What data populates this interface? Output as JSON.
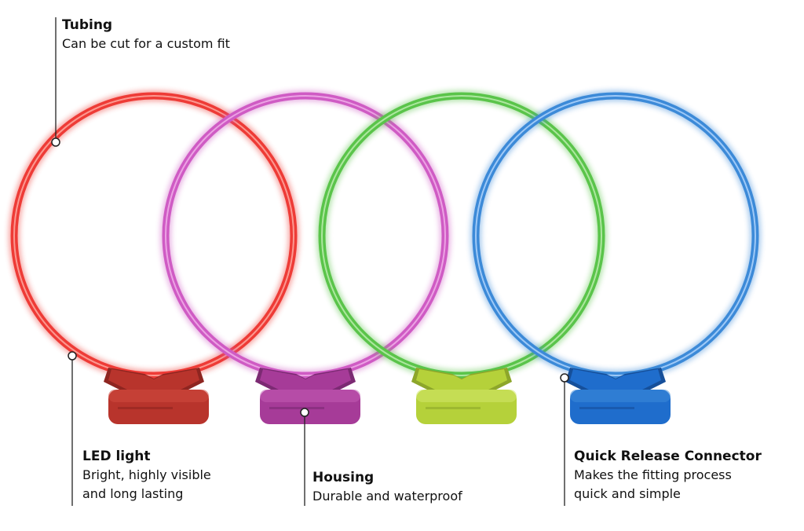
{
  "callouts": {
    "tubing": {
      "title": "Tubing",
      "desc": "Can be cut for a custom fit"
    },
    "led": {
      "title": "LED light",
      "line1": "Bright, highly visible",
      "line2": "and long lasting"
    },
    "housing": {
      "title": "Housing",
      "desc": "Durable and waterproof"
    },
    "connector": {
      "title": "Quick Release Connector",
      "line1": "Makes the fitting process",
      "line2": "quick and simple"
    }
  },
  "collars": [
    {
      "color": "red",
      "ring": "#ee3b36",
      "housing": "#b8342c",
      "housing_dark": "#8e2520"
    },
    {
      "color": "pink",
      "ring": "#cf5bc4",
      "housing": "#a63b98",
      "housing_dark": "#7c2a73"
    },
    {
      "color": "green",
      "ring": "#5ac44a",
      "housing": "#b5d13a",
      "housing_dark": "#8da62a"
    },
    {
      "color": "blue",
      "ring": "#3c8ad8",
      "housing": "#1f6dcc",
      "housing_dark": "#154f9a"
    }
  ]
}
